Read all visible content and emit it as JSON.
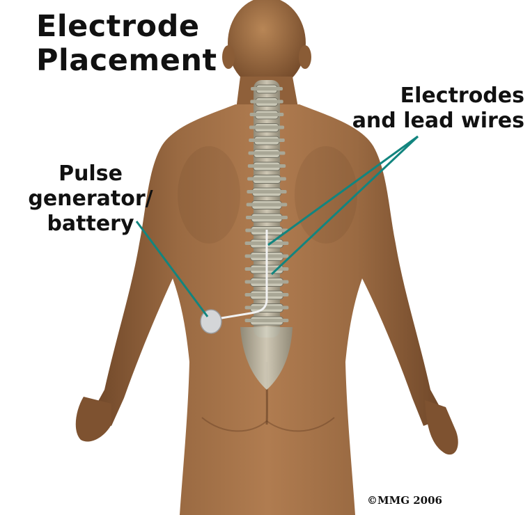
{
  "title_lines": [
    "Electrode",
    "Placement"
  ],
  "labels": {
    "electrodes_line1": "Electrodes",
    "electrodes_line2": "and lead wires",
    "pulse_line1": "Pulse",
    "pulse_line2": "generator/",
    "pulse_line3": "battery"
  },
  "copyright": "©MMG 2006",
  "colors": {
    "background": "#ffffff",
    "skin": "#a8764a",
    "skin_shadow": "#7a5232",
    "spine": "#b9b7a6",
    "leader_line": "#12857f",
    "device": "#d4d6d8",
    "text": "#111111"
  }
}
